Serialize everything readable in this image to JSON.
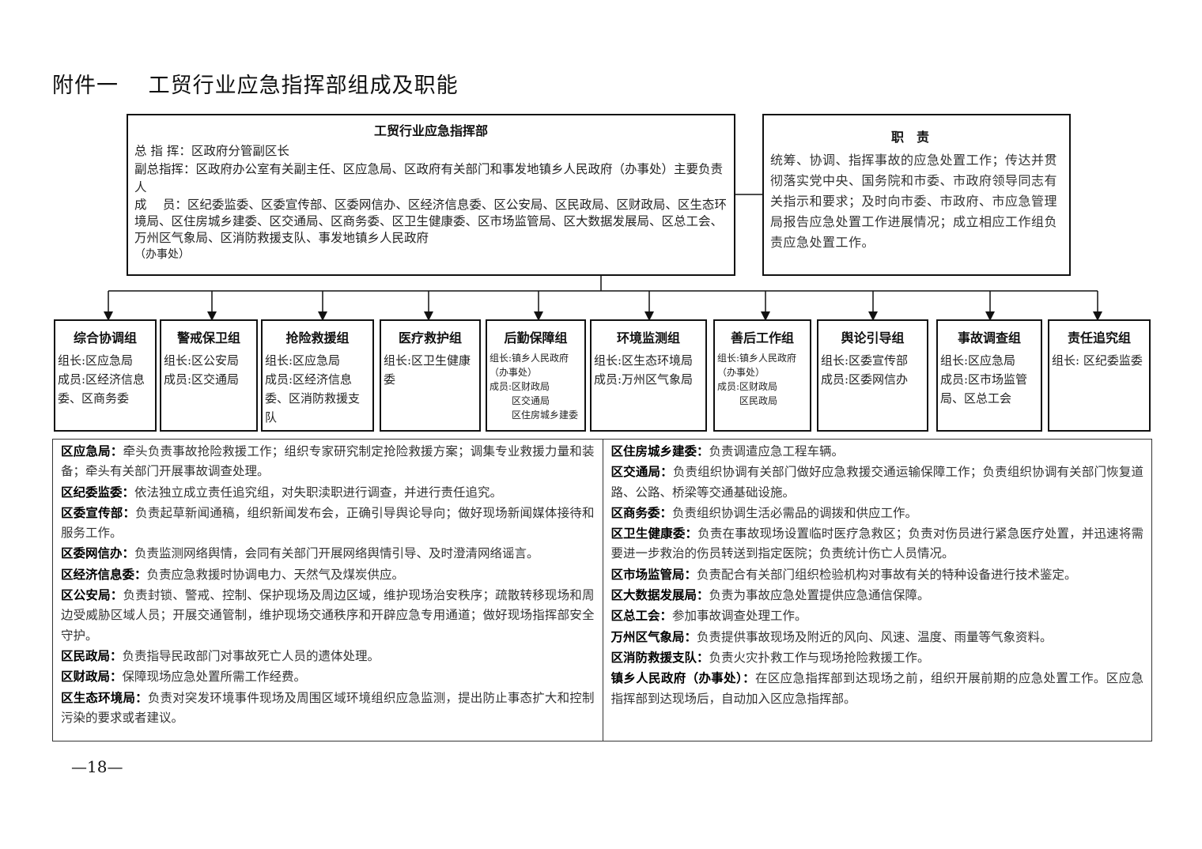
{
  "title": "附件一　 工贸行业应急指挥部组成及职能",
  "headquarters": {
    "title": "工贸行业应急指挥部",
    "commander": "总 指 挥：区政府分管副区长",
    "deputy": "副总指挥：区政府办公室有关副主任、区应急局、区政府有关部门和事发地镇乡人民政府（办事处）主要负责人",
    "members": "成　 员：区纪委监委、区委宣传部、区委网信办、区经济信息委、区公安局、区民政局、区财政局、区生态环境局、区住房城乡建委、区交通局、区商务委、区卫生健康委、区市场监管局、区大数据发展局、区总工会、万州区气象局、区消防救援支队、事发地镇乡人民政府",
    "members_tail": "（办事处）"
  },
  "duty": {
    "title": "职责",
    "text": "统筹、协调、指挥事故的应急处置工作；传达并贯彻落实党中央、国务院和市委、市政府领导同志有关指示和要求；及时向市委、市政府、市应急管理局报告应急处置工作进展情况；成立相应工作组负责应急处置工作。"
  },
  "groups": [
    {
      "title": "综合协调组",
      "lines": [
        "组长:区应急局",
        "成员:区经济信息委、区商务委"
      ]
    },
    {
      "title": "警戒保卫组",
      "lines": [
        "组长:区公安局",
        "成员:区交通局"
      ]
    },
    {
      "title": "抢险救援组",
      "lines": [
        "组长:区应急局",
        "成员:区经济信息委、区消防救援支队"
      ]
    },
    {
      "title": "医疗救护组",
      "lines": [
        "组长:区卫生健康委"
      ]
    },
    {
      "title": "后勤保障组",
      "lines": [
        "组长:镇乡人民政府（办事处）",
        "成员:区财政局",
        "区交通局",
        "区住房城乡建委"
      ]
    },
    {
      "title": "环境监测组",
      "lines": [
        "组长:区生态环境局",
        "成员:万州区气象局"
      ]
    },
    {
      "title": "善后工作组",
      "lines": [
        "组长:镇乡人民政府（办事处）",
        "成员:区财政局",
        "区民政局"
      ]
    },
    {
      "title": "舆论引导组",
      "lines": [
        "组长:区委宣传部",
        "成员:区委网信办"
      ]
    },
    {
      "title": "事故调查组",
      "lines": [
        "组长:区应急局",
        "成员:区市场监管局、区总工会"
      ]
    },
    {
      "title": "责任追究组",
      "lines": [
        "组长: 区纪委监委"
      ]
    }
  ],
  "duties_left": [
    {
      "name": "区应急局：",
      "text": "牵头负责事故抢险救援工作；组织专家研究制定抢险救援方案；调集专业救援力量和装备；牵头有关部门开展事故调查处理。"
    },
    {
      "name": "区纪委监委：",
      "text": "依法独立成立责任追究组，对失职渎职进行调查，并进行责任追究。"
    },
    {
      "name": "区委宣传部：",
      "text": "负责起草新闻通稿，组织新闻发布会，正确引导舆论导向；做好现场新闻媒体接待和服务工作。"
    },
    {
      "name": "区委网信办：",
      "text": "负责监测网络舆情，会同有关部门开展网络舆情引导、及时澄清网络谣言。"
    },
    {
      "name": "区经济信息委：",
      "text": "负责应急救援时协调电力、天然气及煤炭供应。"
    },
    {
      "name": "区公安局：",
      "text": "负责封锁、警戒、控制、保护现场及周边区域，维护现场治安秩序；疏散转移现场和周边受威胁区域人员；开展交通管制，维护现场交通秩序和开辟应急专用通道；做好现场指挥部安全守护。"
    },
    {
      "name": "区民政局：",
      "text": "负责指导民政部门对事故死亡人员的遗体处理。"
    },
    {
      "name": "区财政局：",
      "text": "保障现场应急处置所需工作经费。"
    },
    {
      "name": "区生态环境局：",
      "text": "负责对突发环境事件现场及周围区域环境组织应急监测，提出防止事态扩大和控制污染的要求或者建议。"
    }
  ],
  "duties_right": [
    {
      "name": "区住房城乡建委：",
      "text": "负责调遣应急工程车辆。"
    },
    {
      "name": "区交通局：",
      "text": "负责组织协调有关部门做好应急救援交通运输保障工作；负责组织协调有关部门恢复道路、公路、桥梁等交通基础设施。"
    },
    {
      "name": "区商务委：",
      "text": "负责组织协调生活必需品的调拨和供应工作。"
    },
    {
      "name": "区卫生健康委：",
      "text": "负责在事故现场设置临时医疗急救区；负责对伤员进行紧急医疗处置，并迅速将需要进一步救治的伤员转送到指定医院；负责统计伤亡人员情况。"
    },
    {
      "name": "区市场监管局：",
      "text": "负责配合有关部门组织检验机构对事故有关的特种设备进行技术鉴定。"
    },
    {
      "name": "区大数据发展局：",
      "text": "负责为事故应急处置提供应急通信保障。"
    },
    {
      "name": "区总工会：",
      "text": "参加事故调查处理工作。"
    },
    {
      "name": "万州区气象局：",
      "text": "负责提供事故现场及附近的风向、风速、温度、雨量等气象资料。"
    },
    {
      "name": "区消防救援支队：",
      "text": "负责火灾扑救工作与现场抢险救援工作。"
    },
    {
      "name": "镇乡人民政府（办事处）：",
      "text": "在区应急指挥部到达现场之前，组织开展前期的应急处置工作。区应急指挥部到达现场后，自动加入区应急指挥部。"
    }
  ],
  "page_number": "—18—"
}
